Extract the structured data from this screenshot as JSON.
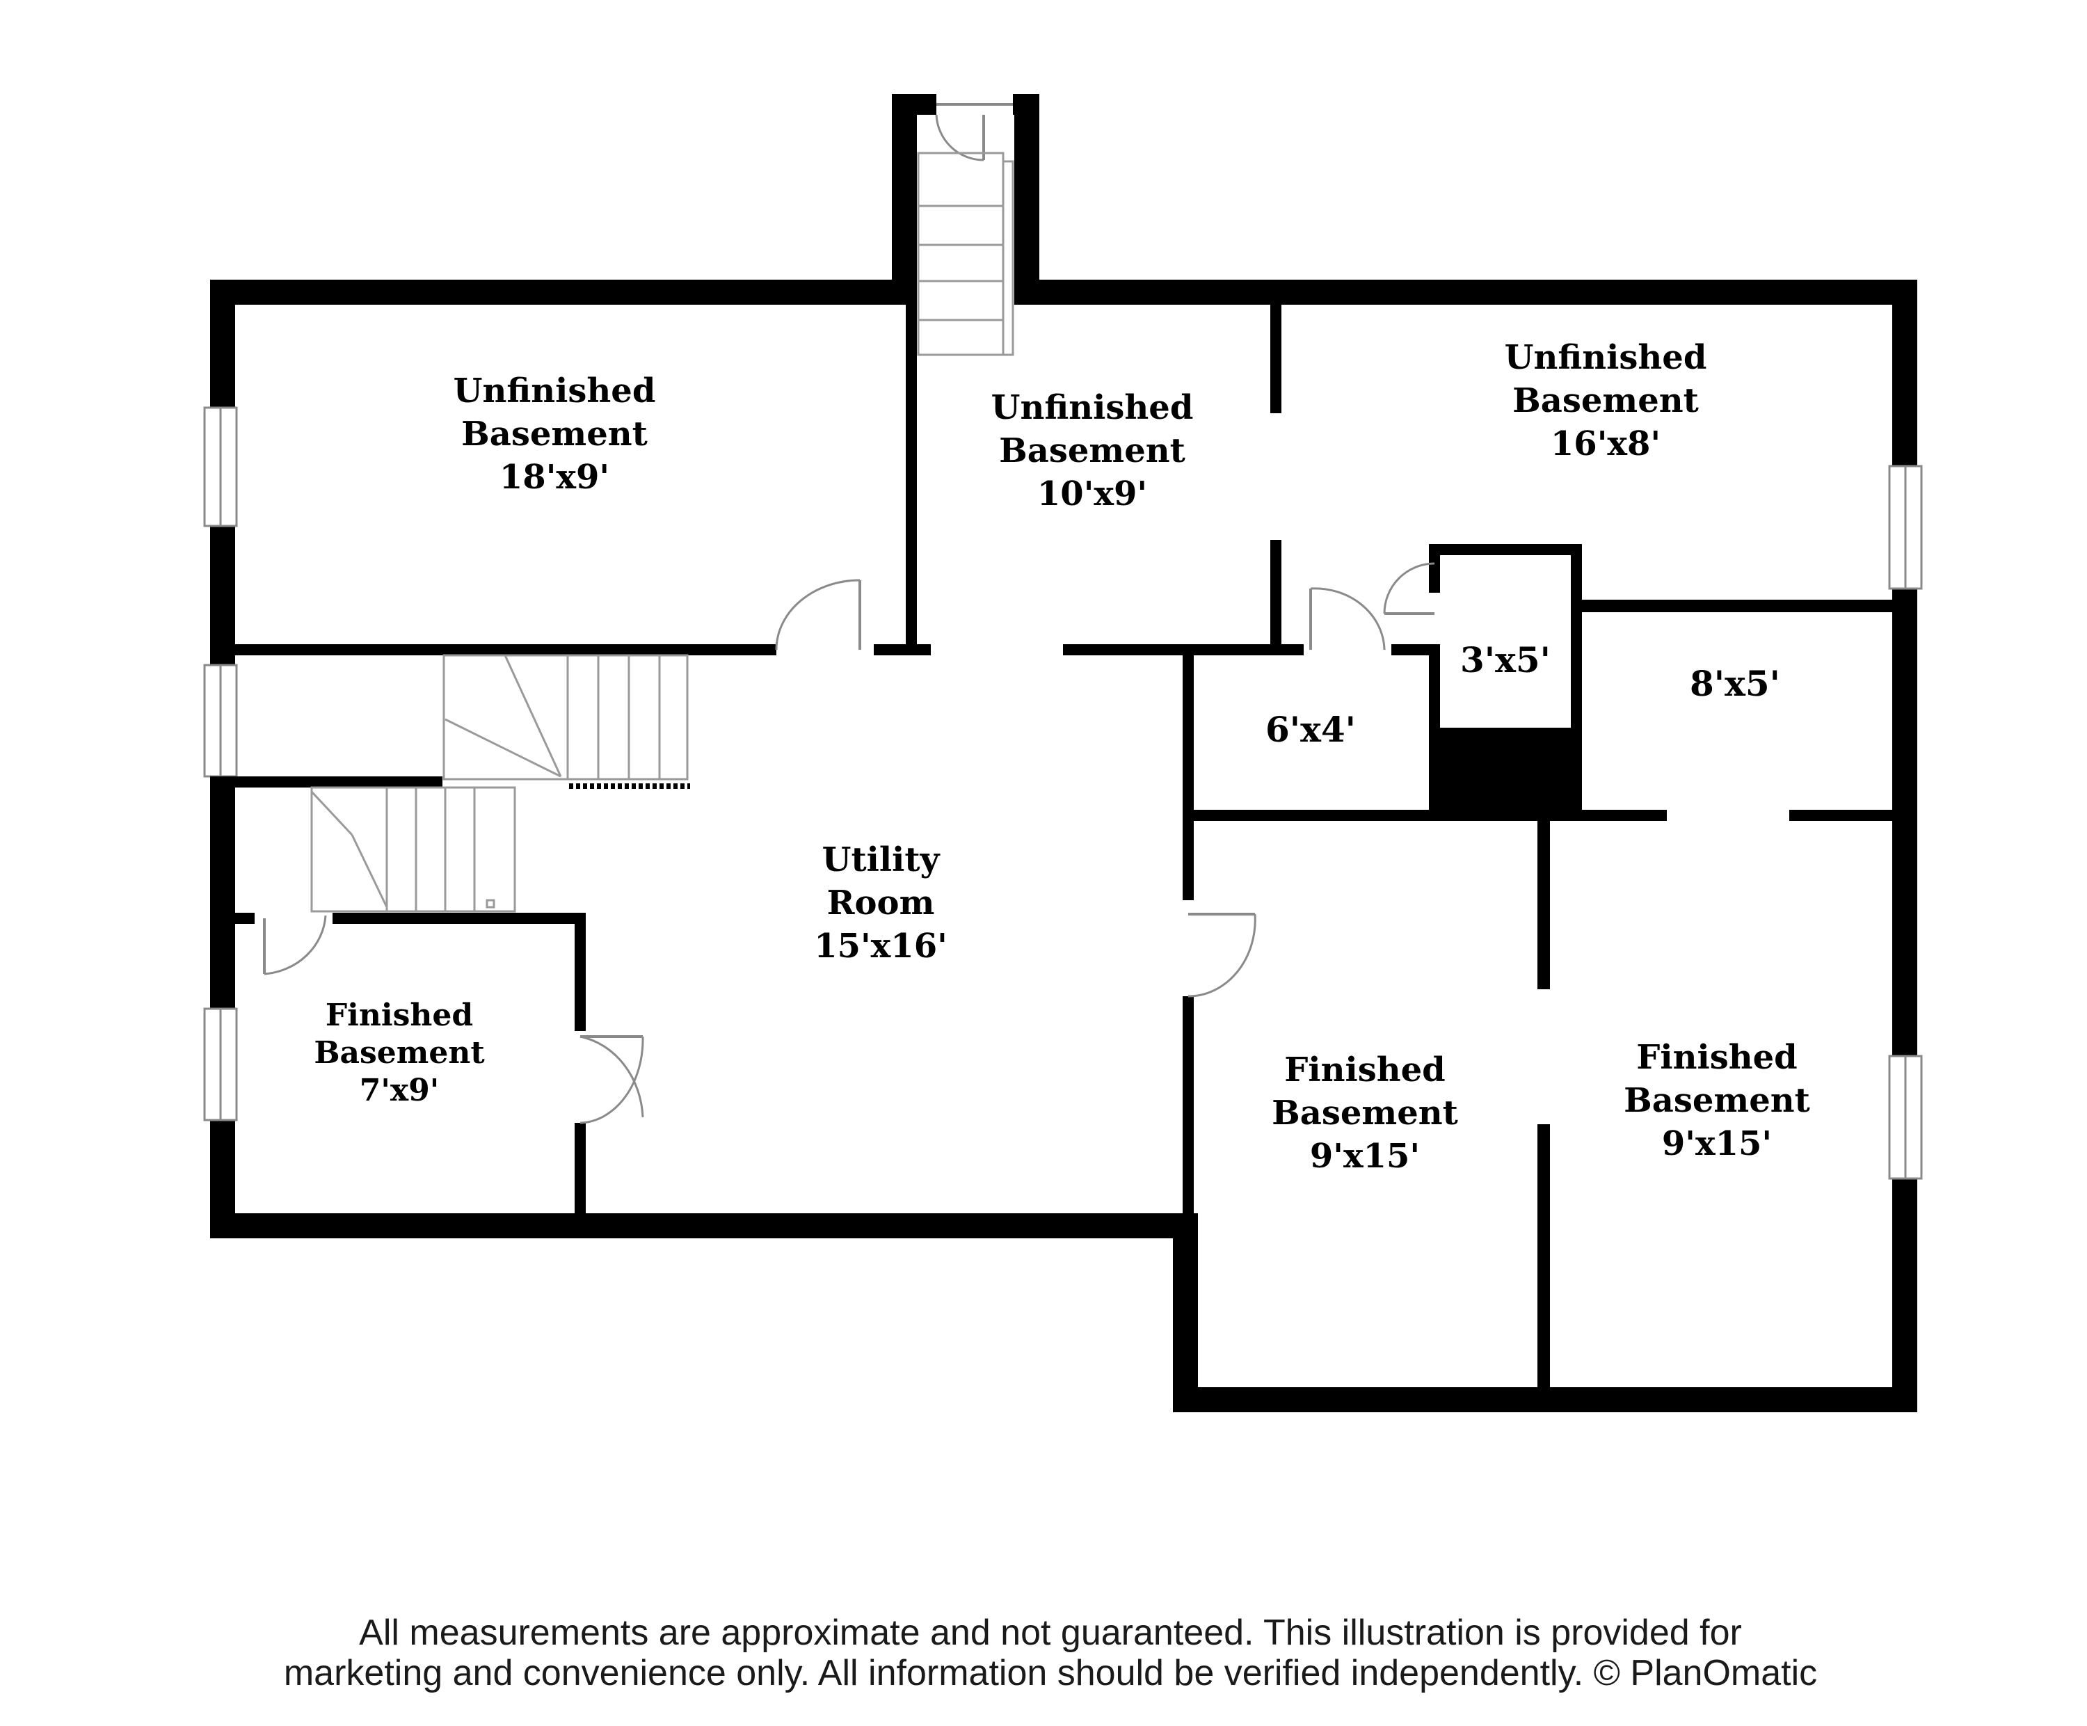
{
  "rooms": {
    "unfinished_nw": {
      "name_line1": "Unfinished",
      "name_line2": "Basement",
      "size": "18'x9'"
    },
    "unfinished_center": {
      "name_line1": "Unfinished",
      "name_line2": "Basement",
      "size": "10'x9'"
    },
    "unfinished_ne": {
      "name_line1": "Unfinished",
      "name_line2": "Basement",
      "size": "16'x8'"
    },
    "closet_6x4": {
      "size": "6'x4'"
    },
    "closet_3x5": {
      "size": "3'x5'"
    },
    "closet_8x5": {
      "size": "8'x5'"
    },
    "utility": {
      "name_line1": "Utility",
      "name_line2": "Room",
      "size": "15'x16'"
    },
    "finished_sw": {
      "name_line1": "Finished",
      "name_line2": "Basement",
      "size": "7'x9'"
    },
    "finished_se1": {
      "name_line1": "Finished",
      "name_line2": "Basement",
      "size": "9'x15'"
    },
    "finished_se2": {
      "name_line1": "Finished",
      "name_line2": "Basement",
      "size": "9'x15'"
    }
  },
  "disclaimer": {
    "line1": "All measurements are approximate and not guaranteed. This illustration is provided for",
    "line2": "marketing and convenience only. All information should be verified independently. © PlanOmatic"
  },
  "colors": {
    "wall": "#000000",
    "background": "#ffffff",
    "fixture_line": "#8a8a8a"
  }
}
